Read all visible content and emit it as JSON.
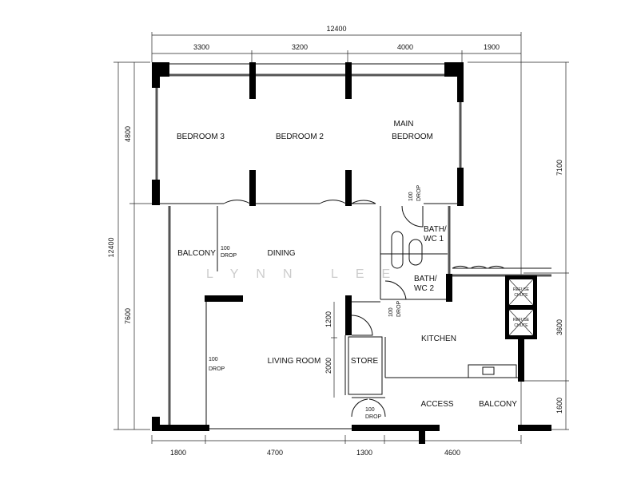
{
  "dimensions": {
    "top_total": "12400",
    "top": [
      "3300",
      "3200",
      "4000",
      "1900"
    ],
    "left_total": "12400",
    "left": [
      "4800",
      "7600"
    ],
    "right": [
      "7100",
      "3600",
      "1600"
    ],
    "bottom": [
      "1800",
      "4700",
      "1300",
      "4600"
    ]
  },
  "rooms": {
    "bedroom3": "BEDROOM 3",
    "bedroom2": "BEDROOM 2",
    "main_bedroom": [
      "MAIN",
      "BEDROOM"
    ],
    "balcony": "BALCONY",
    "dining": "DINING",
    "bath1": [
      "BATH/",
      "WC 1"
    ],
    "bath2": [
      "BATH/",
      "WC 2"
    ],
    "kitchen": "KITCHEN",
    "living": "LIVING ROOM",
    "store": "STORE",
    "access_balcony": [
      "ACCESS",
      "BALCONY"
    ],
    "refuse_chute": [
      "REFUSE",
      "CHUTE"
    ]
  },
  "drop": {
    "value": "100",
    "label": "DROP"
  },
  "store_dims": [
    "1200",
    "2000"
  ],
  "watermark": "LYNN LEE"
}
